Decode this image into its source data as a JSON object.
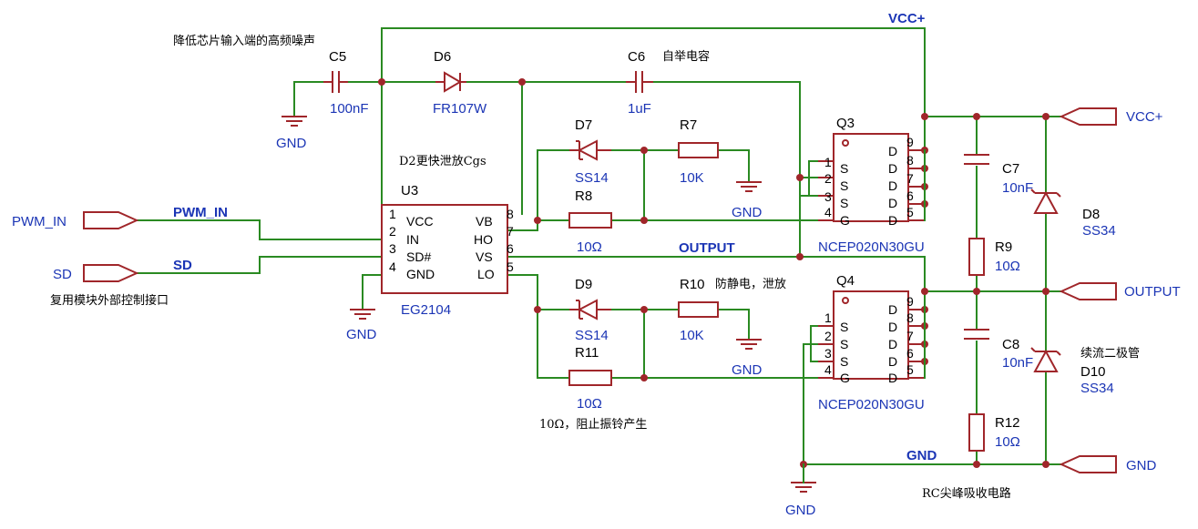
{
  "nets": {
    "vcc_top": "VCC+",
    "pwm_in": "PWM_IN",
    "sd": "SD",
    "output": "OUTPUT",
    "gnd": "GND"
  },
  "ports": {
    "pwm_in": "PWM_IN",
    "sd": "SD",
    "vcc": "VCC+",
    "output": "OUTPUT",
    "gnd": "GND"
  },
  "gnd_label": "GND",
  "components": {
    "C5": {
      "ref": "C5",
      "value": "100nF"
    },
    "D6": {
      "ref": "D6",
      "value": "FR107W"
    },
    "C6": {
      "ref": "C6",
      "value": "1uF"
    },
    "D7": {
      "ref": "D7",
      "value": "SS14"
    },
    "R7": {
      "ref": "R7",
      "value": "10K"
    },
    "R8": {
      "ref": "R8",
      "value": "10Ω"
    },
    "D9": {
      "ref": "D9",
      "value": "SS14"
    },
    "R10": {
      "ref": "R10",
      "value": "10K"
    },
    "R11": {
      "ref": "R11",
      "value": "10Ω"
    },
    "U3": {
      "ref": "U3",
      "value": "EG2104",
      "pins_left": [
        {
          "num": "1",
          "name": "VCC"
        },
        {
          "num": "2",
          "name": "IN"
        },
        {
          "num": "3",
          "name": "SD#"
        },
        {
          "num": "4",
          "name": "GND"
        }
      ],
      "pins_right": [
        {
          "num": "8",
          "name": "VB"
        },
        {
          "num": "7",
          "name": "HO"
        },
        {
          "num": "6",
          "name": "VS"
        },
        {
          "num": "5",
          "name": "LO"
        }
      ]
    },
    "Q3": {
      "ref": "Q3",
      "value": "NCEP020N30GU"
    },
    "Q4": {
      "ref": "Q4",
      "value": "NCEP020N30GU"
    },
    "mosfet_pins_left": [
      {
        "num": "1",
        "name": "S"
      },
      {
        "num": "2",
        "name": "S"
      },
      {
        "num": "3",
        "name": "S"
      },
      {
        "num": "4",
        "name": "G"
      }
    ],
    "mosfet_pins_right": [
      {
        "num": "9",
        "name": "D"
      },
      {
        "num": "8",
        "name": "D"
      },
      {
        "num": "7",
        "name": "D"
      },
      {
        "num": "6",
        "name": "D"
      },
      {
        "num": "5",
        "name": "D"
      }
    ],
    "C7": {
      "ref": "C7",
      "value": "10nF"
    },
    "D8": {
      "ref": "D8",
      "value": "SS34"
    },
    "R9": {
      "ref": "R9",
      "value": "10Ω"
    },
    "C8": {
      "ref": "C8",
      "value": "10nF"
    },
    "D10": {
      "ref": "D10",
      "value": "SS34"
    },
    "R12": {
      "ref": "R12",
      "value": "10Ω"
    }
  },
  "annotations": {
    "c5_note": "降低芯片输入端的高频噪声",
    "c6_note": "自举电容",
    "d2_note": "D2更快泄放Cgs",
    "sd_note": "复用模块外部控制接口",
    "r10_note": "防静电，泄放",
    "r11_note": "10Ω，阻止振铃产生",
    "rc_note": "RC尖峰吸收电路",
    "d10_note": "续流二极管"
  },
  "colors": {
    "wire": "#2a8a22",
    "part": "#a0262a",
    "value": "#1b35b5"
  }
}
